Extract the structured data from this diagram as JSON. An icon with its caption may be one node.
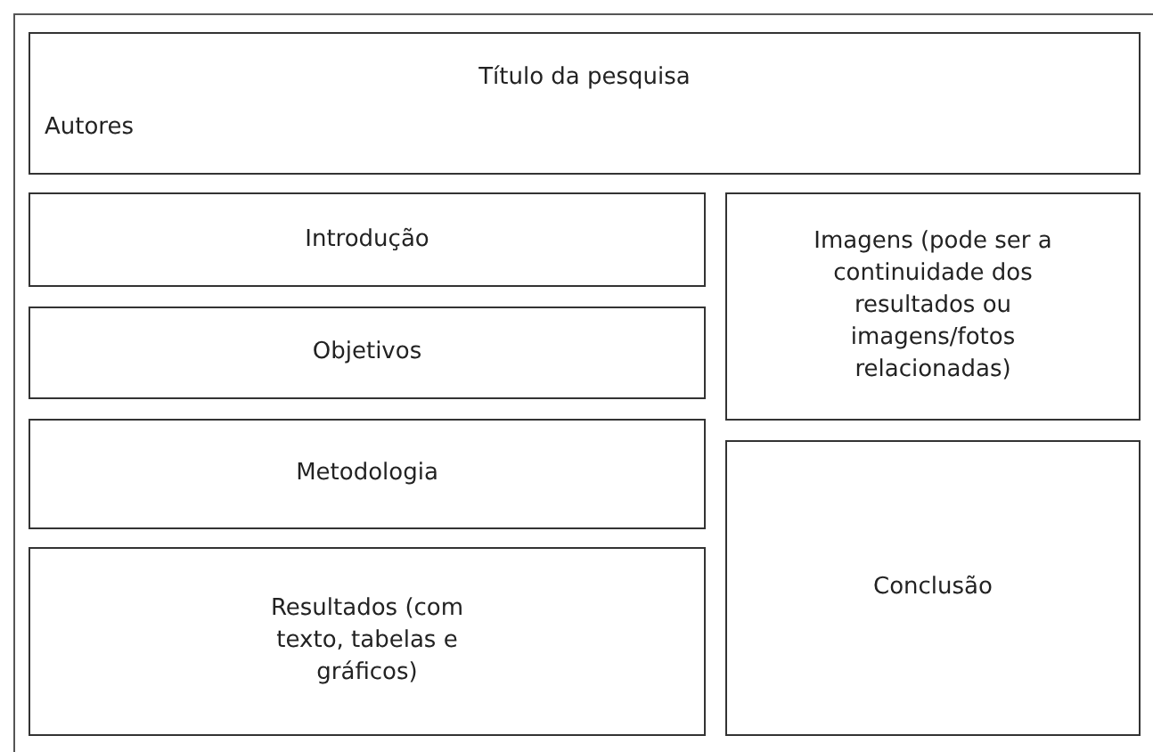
{
  "diagram": {
    "nodes": [
      {
        "text": [
          "Título da pesquisa",
          "Autores"
        ]
      },
      {
        "text": [
          "Introdução"
        ]
      },
      {
        "text": [
          "Objetivos"
        ]
      },
      {
        "text": [
          "Metodologia"
        ]
      },
      {
        "text": [
          "Resultados (com texto, tabelas e gráficos)"
        ]
      },
      {
        "text": [
          "Imagens (pode ser a continuidade dos resultados ou imagens/fotos relacionadas)"
        ]
      },
      {
        "text": [
          "Conclusão"
        ]
      }
    ]
  }
}
